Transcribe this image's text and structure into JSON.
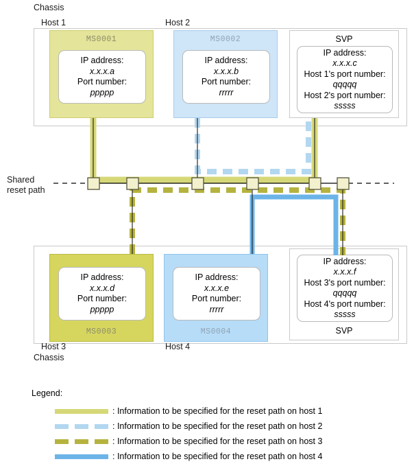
{
  "diagram": {
    "chassis_top_label": "Chassis",
    "chassis_bottom_label": "Chassis",
    "shared_path_label": "Shared\nreset path",
    "hosts": [
      {
        "name": "Host 1",
        "ms": "MS0001",
        "ip_label": "IP address:",
        "ip_value": "x.x.x.a",
        "port_label": "Port number:",
        "port_value": "ppppp",
        "color": "#d6d878"
      },
      {
        "name": "Host 2",
        "ms": "MS0002",
        "ip_label": "IP address:",
        "ip_value": "x.x.x.b",
        "port_label": "Port number:",
        "port_value": "rrrrr",
        "color": "#b2d7f0"
      },
      {
        "name": "Host 3",
        "ms": "MS0003",
        "ip_label": "IP address:",
        "ip_value": "x.x.x.d",
        "port_label": "Port number:",
        "port_value": "ppppp",
        "color": "#b5b33f"
      },
      {
        "name": "Host 4",
        "ms": "MS0004",
        "ip_label": "IP address:",
        "ip_value": "x.x.x.e",
        "port_label": "Port number:",
        "port_value": "rrrrr",
        "color": "#6cb4e8"
      }
    ],
    "svp_top": {
      "title": "SVP",
      "ip_label": "IP address:",
      "ip_value": "x.x.x.c",
      "port1_label": "Host 1's port number:",
      "port1_value": "qqqqq",
      "port2_label": "Host 2's port number:",
      "port2_value": "sssss"
    },
    "svp_bottom": {
      "title": "SVP",
      "ip_label": "IP address:",
      "ip_value": "x.x.x.f",
      "port1_label": "Host 3's port number:",
      "port1_value": "qqqqq",
      "port2_label": "Host 4's port number:",
      "port2_value": "sssss"
    },
    "legend": {
      "title": "Legend:",
      "items": [
        {
          "text": ": Information to be specified for the reset path on host 1",
          "color": "#d6d878",
          "style": "solid"
        },
        {
          "text": ": Information to be specified for the reset path on host 2",
          "color": "#b2d7f0",
          "style": "dashed"
        },
        {
          "text": ": Information to be specified for the reset path on host 3",
          "color": "#b5b33f",
          "style": "dashed"
        },
        {
          "text": ": Information to be specified for the reset path on host 4",
          "color": "#6cb4e8",
          "style": "solid"
        }
      ]
    },
    "colors": {
      "host1_path": "#d6d878",
      "host2_path": "#b2d7f0",
      "host3_path": "#b5b33f",
      "host4_path": "#6cb4e8",
      "node_fill": "#f2f0cd",
      "node_stroke": "#55553a",
      "bus_line": "#000000",
      "chassis_border": "#c9c9c9"
    }
  }
}
